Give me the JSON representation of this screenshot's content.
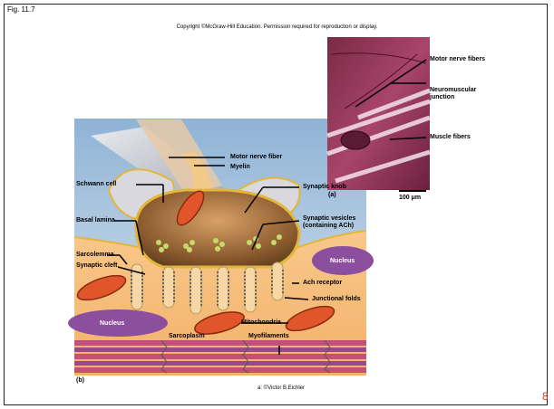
{
  "figure": {
    "label": "Fig. 11.7",
    "copyright": "Copyright ©McGraw-Hill Education. Permission required for reproduction or display.",
    "credit": "a: ©Victor B.Eichler",
    "page_number": "8"
  },
  "micrograph": {
    "panel": "(a)",
    "scale_bar": "100 μm",
    "labels": {
      "motor_nerve_fibers": "Motor nerve fibers",
      "neuromuscular_junction": "Neuromuscular junction",
      "muscle_fibers": "Muscle fibers"
    }
  },
  "illustration": {
    "panel": "(b)",
    "labels": {
      "motor_nerve_fiber": "Motor nerve fiber",
      "myelin": "Myelin",
      "schwann_cell": "Schwann cell",
      "synaptic_knob": "Synaptic knob",
      "basal_lamina": "Basal lamina",
      "synaptic_vesicles": "Synaptic vesicles (containing ACh)",
      "sarcolemma": "Sarcolemma",
      "synaptic_cleft": "Synaptic cleft",
      "nucleus_right": "Nucleus",
      "ach_receptor": "Ach receptor",
      "junctional_folds": "Junctional folds",
      "nucleus_left": "Nucleus",
      "mitochondria": "Mitochondria",
      "sarcoplasm": "Sarcoplasm",
      "myofilaments": "Myofilaments"
    }
  }
}
